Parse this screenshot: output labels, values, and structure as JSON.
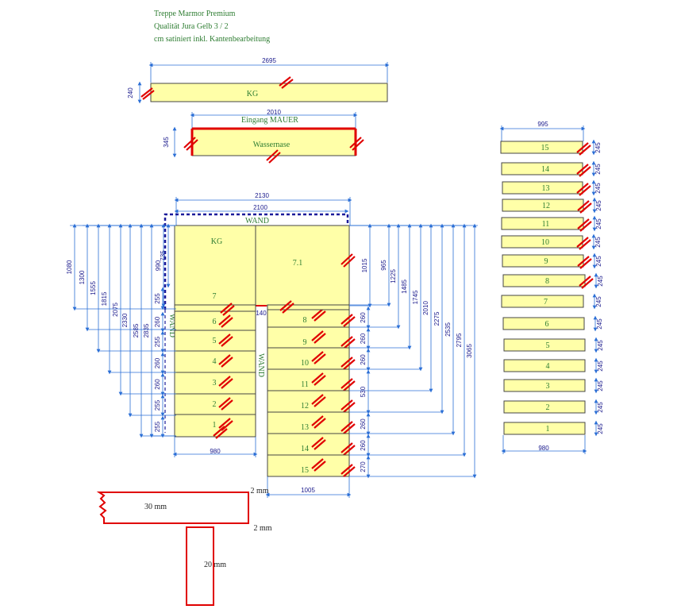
{
  "header": {
    "line1": "Treppe Marmor Premium",
    "line2": "Qualität Jura Gelb 3 / 2",
    "line3": "cm satiniert inkl. Kantenbearbeitung"
  },
  "colors": {
    "stone": "#ffffa8",
    "dimension": "#2b6fd6",
    "text": "#2e7d32",
    "edge_mark": "#e00000",
    "wall": "#1b1b9a"
  },
  "top_slab": {
    "label": "KG",
    "width_dim": "2695",
    "height_dim": "240"
  },
  "entrance_slab": {
    "title": "Eingang MAUER",
    "label": "Wassernase",
    "width_dim": "2010",
    "height_dim": "345"
  },
  "plan": {
    "width_dim_outer": "2130",
    "width_dim_inner": "2100",
    "wall_top": "WAND",
    "wall_left": "WAND",
    "wall_center": "WAND",
    "landing_left": "KG",
    "landing_right": "7.1",
    "gap_dim": "140",
    "left_width_dim": "980",
    "right_width_dim": "1005",
    "left_steps": [
      "7",
      "6",
      "5",
      "4",
      "3",
      "2",
      "1"
    ],
    "right_steps": [
      "8",
      "9",
      "10",
      "11",
      "12",
      "13",
      "14",
      "15"
    ],
    "left_dims": [
      "1080",
      "1300",
      "1555",
      "1815",
      "2075",
      "2330",
      "2585",
      "2835"
    ],
    "left_near_dims": [
      "990",
      "735"
    ],
    "left_step_dims": [
      "255",
      "260",
      "255",
      "260",
      "260",
      "255",
      "255"
    ],
    "right_dims": [
      "1015",
      "965",
      "1225",
      "1485",
      "1745",
      "2010",
      "2275",
      "2535",
      "2795",
      "3065"
    ],
    "right_step_dims": [
      "260",
      "260",
      "260",
      "530",
      "260",
      "260",
      "270"
    ]
  },
  "single_steps": {
    "top_dim": "995",
    "bottom_dim": "980",
    "labels": [
      "15",
      "14",
      "13",
      "12",
      "11",
      "10",
      "9",
      "8",
      "7",
      "6",
      "5",
      "4",
      "3",
      "2",
      "1"
    ],
    "side_dim": "245"
  },
  "profile": {
    "tread_thickness": "30 mm",
    "riser_thickness": "20 mm",
    "gap_top": "2 mm",
    "gap_bottom": "2 mm"
  }
}
